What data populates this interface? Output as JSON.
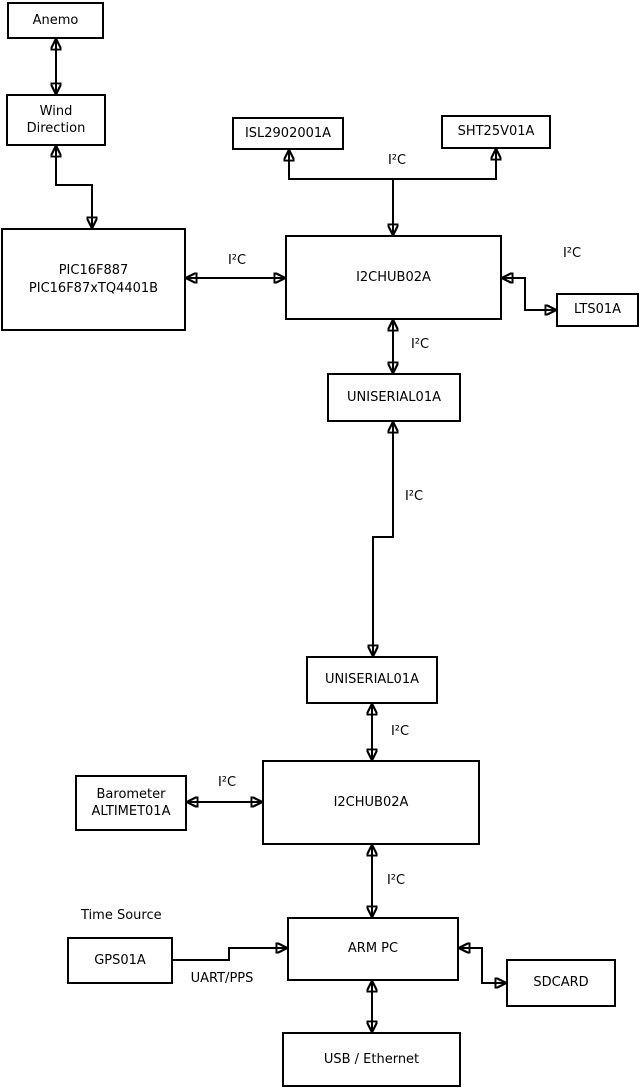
{
  "diagram": {
    "background_color": "#ffffff",
    "line_color": "#000000",
    "nodes": [
      {
        "id": "anemo",
        "label": "Anemo"
      },
      {
        "id": "wind-direction",
        "label": "Wind\nDirection"
      },
      {
        "id": "pic16f887",
        "label": "PIC16F887\nPIC16F87xTQ4401B"
      },
      {
        "id": "isl2902001a",
        "label": "ISL2902001A"
      },
      {
        "id": "sht25v01a",
        "label": "SHT25V01A"
      },
      {
        "id": "i2chub02a-1",
        "label": "I2CHUB02A"
      },
      {
        "id": "lts01a",
        "label": "LTS01A"
      },
      {
        "id": "uniserial01a-1",
        "label": "UNISERIAL01A"
      },
      {
        "id": "uniserial01a-2",
        "label": "UNISERIAL01A"
      },
      {
        "id": "i2chub02a-2",
        "label": "I2CHUB02A"
      },
      {
        "id": "barometer",
        "label": "Barometer\nALTIMET01A"
      },
      {
        "id": "gps01a",
        "label": "GPS01A"
      },
      {
        "id": "arm-pc",
        "label": "ARM PC"
      },
      {
        "id": "sdcard",
        "label": "SDCARD"
      },
      {
        "id": "usb-ethernet",
        "label": "USB / Ethernet"
      }
    ],
    "edge_labels": {
      "i2c": "I²C",
      "uart_pps": "UART/PPS",
      "time_source": "Time Source"
    }
  }
}
